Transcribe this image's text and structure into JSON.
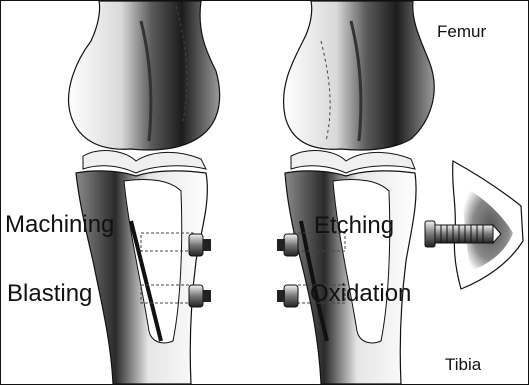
{
  "figure": {
    "labels": {
      "femur": "Femur",
      "tibia": "Tibia",
      "machining": "Machining",
      "blasting": "Blasting",
      "etching": "Etching",
      "oxidation": "Oxidation"
    },
    "icons": {
      "knee_left": "left-knee-illustration",
      "knee_right": "right-knee-illustration",
      "inset": "bone-section-inset",
      "screw": "implant-screw-icon"
    }
  }
}
